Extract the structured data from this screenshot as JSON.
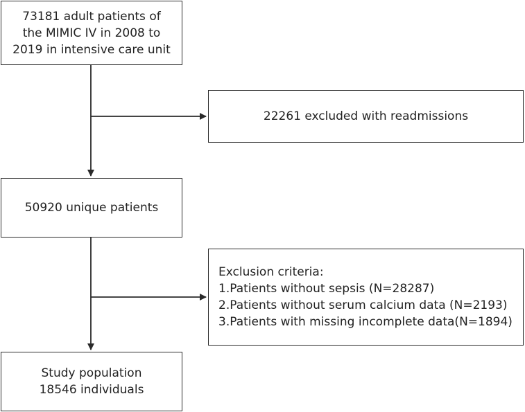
{
  "boxes": {
    "source": {
      "lines": [
        "73181 adult patients of",
        "the MIMIC IV in 2008 to",
        "2019 in intensive care unit"
      ]
    },
    "readmissions": {
      "text": "22261 excluded with readmissions"
    },
    "unique": {
      "text": "50920 unique patients"
    },
    "criteria": {
      "title": "Exclusion criteria:",
      "items": [
        "1.Patients without sepsis (N=28287)",
        "2.Patients without serum calcium data (N=2193)",
        "3.Patients with missing incomplete data(N=1894)"
      ]
    },
    "study": {
      "lines": [
        "Study population",
        "18546 individuals"
      ]
    }
  },
  "colors": {
    "stroke": "#2a2a2a",
    "text": "#222222",
    "background": "#ffffff"
  }
}
